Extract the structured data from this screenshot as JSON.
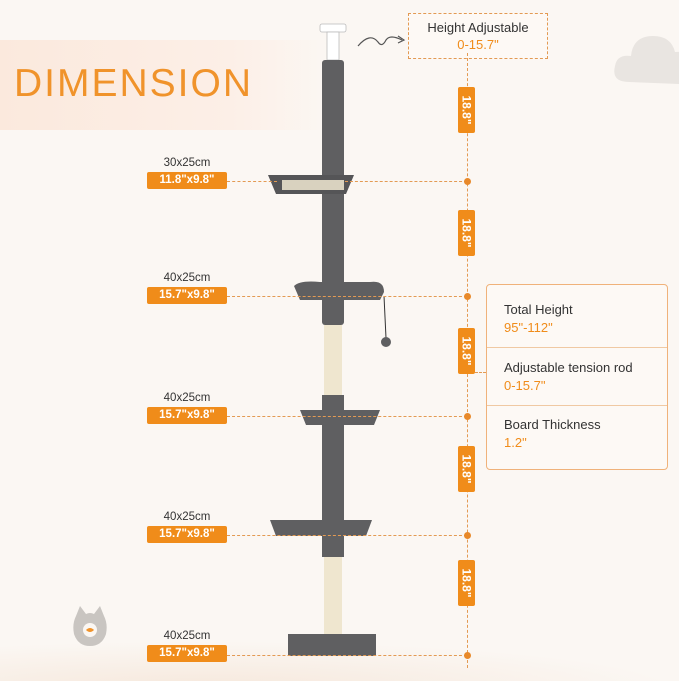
{
  "title": "DIMENSION",
  "height_adjustable": {
    "label": "Height Adjustable",
    "value": "0-15.7\""
  },
  "platforms": [
    {
      "cm": "30x25cm",
      "inch": "11.8\"x9.8\""
    },
    {
      "cm": "40x25cm",
      "inch": "15.7\"x9.8\""
    },
    {
      "cm": "40x25cm",
      "inch": "15.7\"x9.8\""
    },
    {
      "cm": "40x25cm",
      "inch": "15.7\"x9.8\""
    },
    {
      "cm": "40x25cm",
      "inch": "15.7\"x9.8\""
    }
  ],
  "segments": [
    "18.8\"",
    "18.8\"",
    "18.8\"",
    "18.8\"",
    "18.8\""
  ],
  "specs": [
    {
      "label": "Total Height",
      "value": "95\"-112\""
    },
    {
      "label": "Adjustable tension rod",
      "value": "0-15.7\""
    },
    {
      "label": "Board Thickness",
      "value": "1.2\""
    }
  ],
  "colors": {
    "accent": "#f08c1a",
    "post": "#5f5f61",
    "sisal": "#efe6cf"
  },
  "icons": [
    "cloud-icon",
    "cat-logo-icon",
    "curly-arrow-icon"
  ]
}
